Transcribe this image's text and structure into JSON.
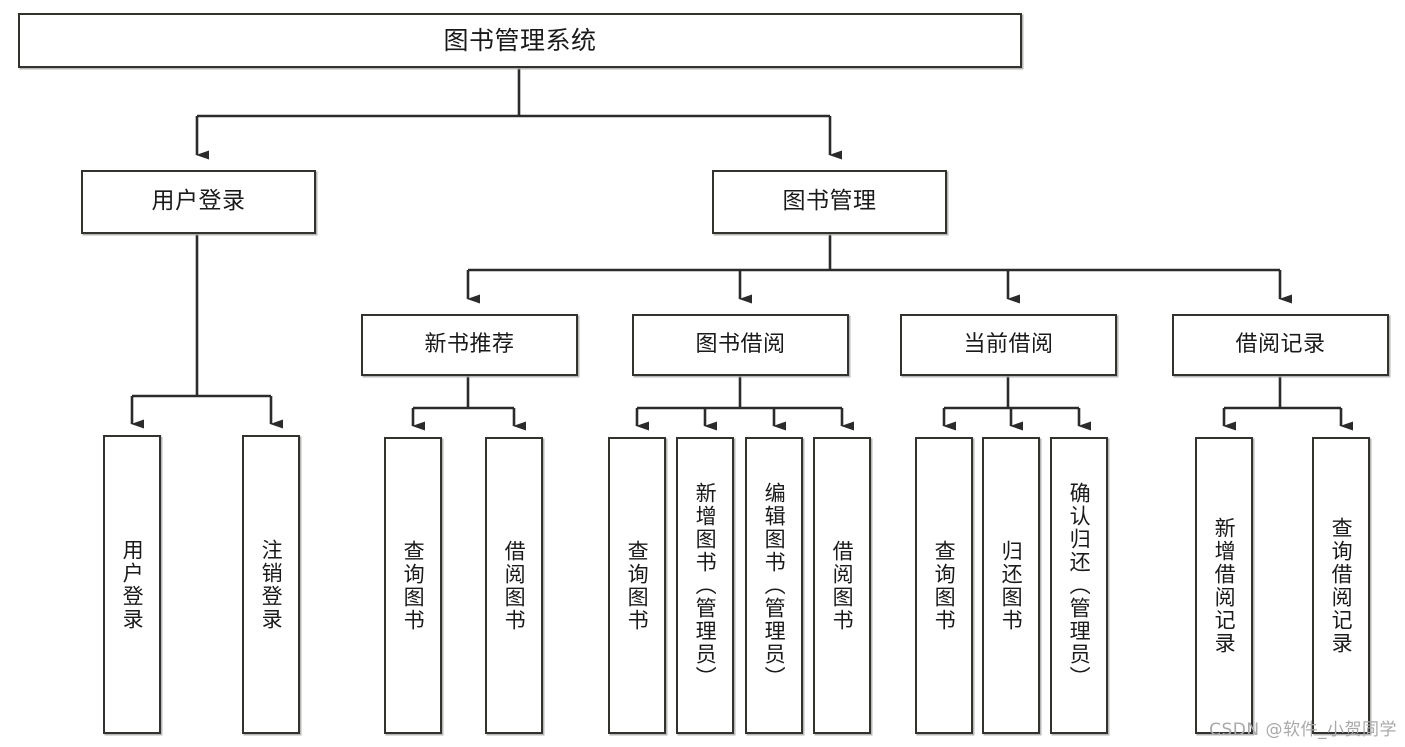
{
  "diagram": {
    "title": "图书管理系统",
    "type": "tree-hierarchy-chart",
    "root": {
      "label": "图书管理系统"
    },
    "level2": [
      {
        "label": "用户登录"
      },
      {
        "label": "图书管理"
      }
    ],
    "level3": [
      {
        "label": "新书推荐"
      },
      {
        "label": "图书借阅"
      },
      {
        "label": "当前借阅"
      },
      {
        "label": "借阅记录"
      }
    ],
    "leaves": {
      "user_login": [
        {
          "label": "用户登录"
        },
        {
          "label": "注销登录"
        }
      ],
      "new_book_recommend": [
        {
          "label": "查询图书"
        },
        {
          "label": "借阅图书"
        }
      ],
      "book_borrow": [
        {
          "label": "查询图书"
        },
        {
          "label": "新增图书（管理员）"
        },
        {
          "label": "编辑图书（管理员）"
        },
        {
          "label": "借阅图书"
        }
      ],
      "current_borrow": [
        {
          "label": "查询图书"
        },
        {
          "label": "归还图书"
        },
        {
          "label": "确认归还（管理员）"
        }
      ],
      "borrow_record": [
        {
          "label": "新增借阅记录"
        },
        {
          "label": "查询借阅记录"
        }
      ]
    },
    "colors": {
      "border": "#32322f",
      "background": "#ffffff",
      "text": "#1a1a1a",
      "edge": "#2b2b2b",
      "watermark": "#a9a9a9"
    }
  },
  "watermark": {
    "text": "CSDN @软件_小贺同学"
  }
}
